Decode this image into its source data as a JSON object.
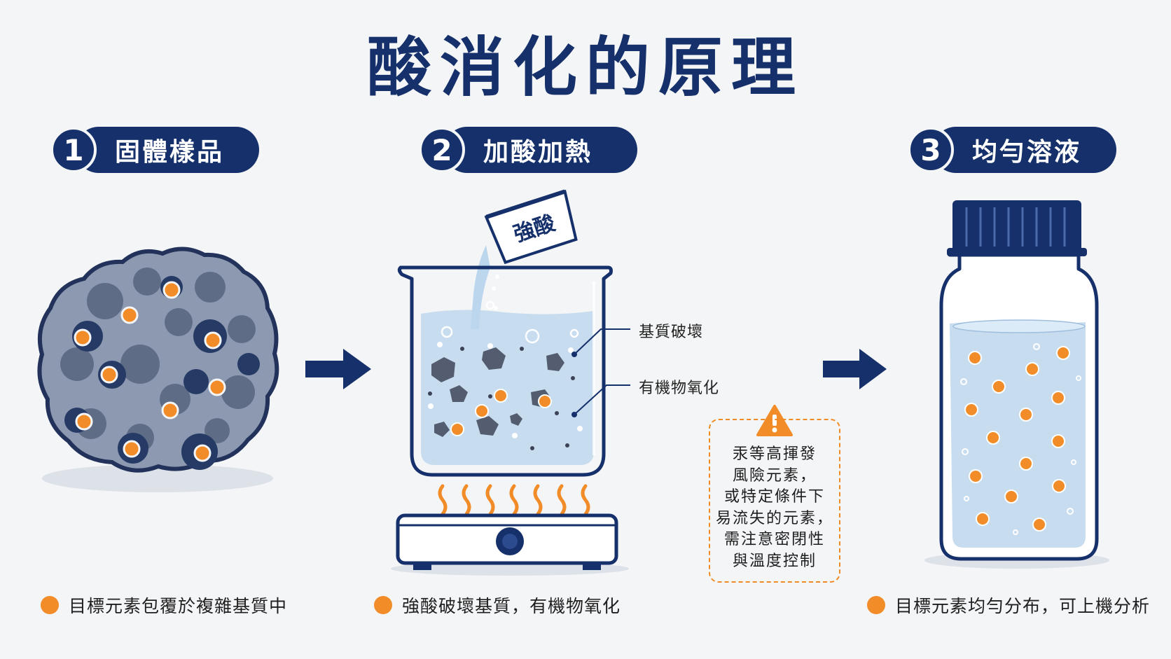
{
  "title": "酸消化的原理",
  "steps": [
    {
      "number": "1",
      "label": "固體樣品"
    },
    {
      "number": "2",
      "label": "加酸加熱"
    },
    {
      "number": "3",
      "label": "均勻溶液"
    }
  ],
  "beaker": {
    "acid_label": "強酸",
    "callout_matrix": "基質破壞",
    "callout_organic": "有機物氧化"
  },
  "warning": {
    "lines": [
      "汞等高揮發",
      "風險元素，",
      "或特定條件下",
      "易流失的元素，",
      "需注意密閉性",
      "與溫度控制"
    ]
  },
  "captions": [
    "目標元素包覆於複雜基質中",
    "強酸破壞基質，有機物氧化",
    "目標元素均勻分布，可上機分析"
  ],
  "colors": {
    "navy": "#15306a",
    "orange": "#f28c28",
    "rock": "#5f6c86",
    "liquid": "#c7dcef"
  },
  "icons": [
    "rock-icon",
    "arrow-right-icon",
    "beaker-icon",
    "hot-plate-icon",
    "warning-icon",
    "bottle-icon"
  ]
}
